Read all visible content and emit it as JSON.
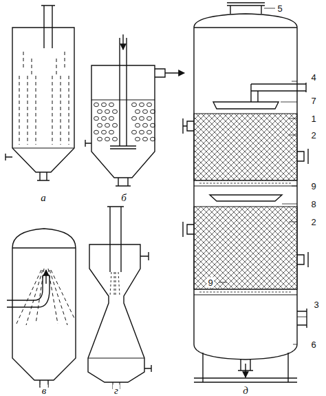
{
  "diagram": {
    "labels": [
      "а",
      "б",
      "в",
      "г",
      "д",
      "5",
      "4",
      "7",
      "1",
      "2",
      "9",
      "8",
      "2",
      "9",
      "3",
      "6"
    ]
  }
}
